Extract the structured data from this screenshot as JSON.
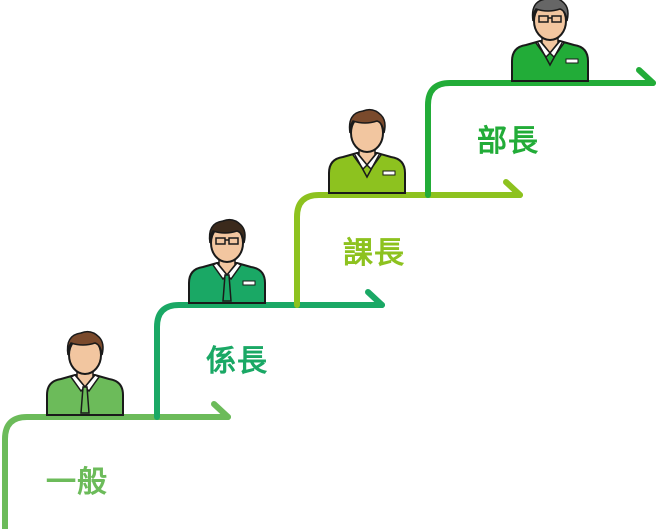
{
  "steps": [
    {
      "label": "一般",
      "color": "#6cbb5a",
      "shirt": "#6cbb5a",
      "hair": "#7a4a2c",
      "glasses": false,
      "outfit": "tie"
    },
    {
      "label": "係長",
      "color": "#1aa865",
      "shirt": "#1aa865",
      "hair": "#3b2a1c",
      "glasses": true,
      "outfit": "tie-badge"
    },
    {
      "label": "課長",
      "color": "#8dc21f",
      "shirt": "#8dc21f",
      "hair": "#7a4a2c",
      "glasses": false,
      "outfit": "suit"
    },
    {
      "label": "部長",
      "color": "#22ac38",
      "shirt": "#22ac38",
      "hair": "#666666",
      "glasses": true,
      "outfit": "suit"
    }
  ],
  "colors": {
    "skin": "#f2c6a0",
    "outline": "#1a1a1a",
    "collar": "#ffffff"
  }
}
